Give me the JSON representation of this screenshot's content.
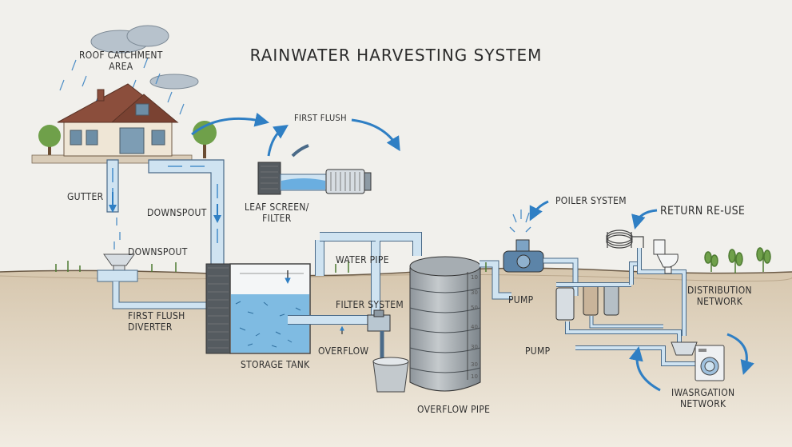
{
  "title": "RAINWATER HARVESTING SYSTEM",
  "labels": {
    "roof_catchment": "ROOF CATCHMENT\nAREA",
    "first_flush_top": "FIRST FLUSH",
    "gutter": "GUTTER",
    "downspout_right": "DOWNSPOUT",
    "downspout_left": "DOWNSPOUT",
    "leaf_screen": "LEAF SCREEN/\nFILTER",
    "water_pipe": "WATER PIPE",
    "filter_system": "FILTER SYSTEM",
    "first_flush_diverter": "FIRST FLUSH\nDIVERTER",
    "overflow": "OVERFLOW",
    "storage_tank": "STORAGE TANK",
    "overflow_pipe": "OVERFLOW PIPE",
    "pump_upper": "PUMP",
    "pump_lower": "PUMP",
    "poiler_system": "POILER SYSTEM",
    "return_reuse": "RETURN RE-USE",
    "distribution_network": "DISTRIBUTION\nNETWORK",
    "iwasrgation_network": "IWASRGATION\nNETWORK"
  },
  "tank_ticks": [
    "10",
    "30",
    "50",
    "40",
    "30",
    "30",
    "10"
  ],
  "colors": {
    "water": "#5aa6d8",
    "pipe": "#cfe3f1",
    "pipe_stroke": "#4a6a88",
    "arrow": "#2f7fc4",
    "soil": "#b9a58d",
    "ground": "#d9ccb8"
  }
}
